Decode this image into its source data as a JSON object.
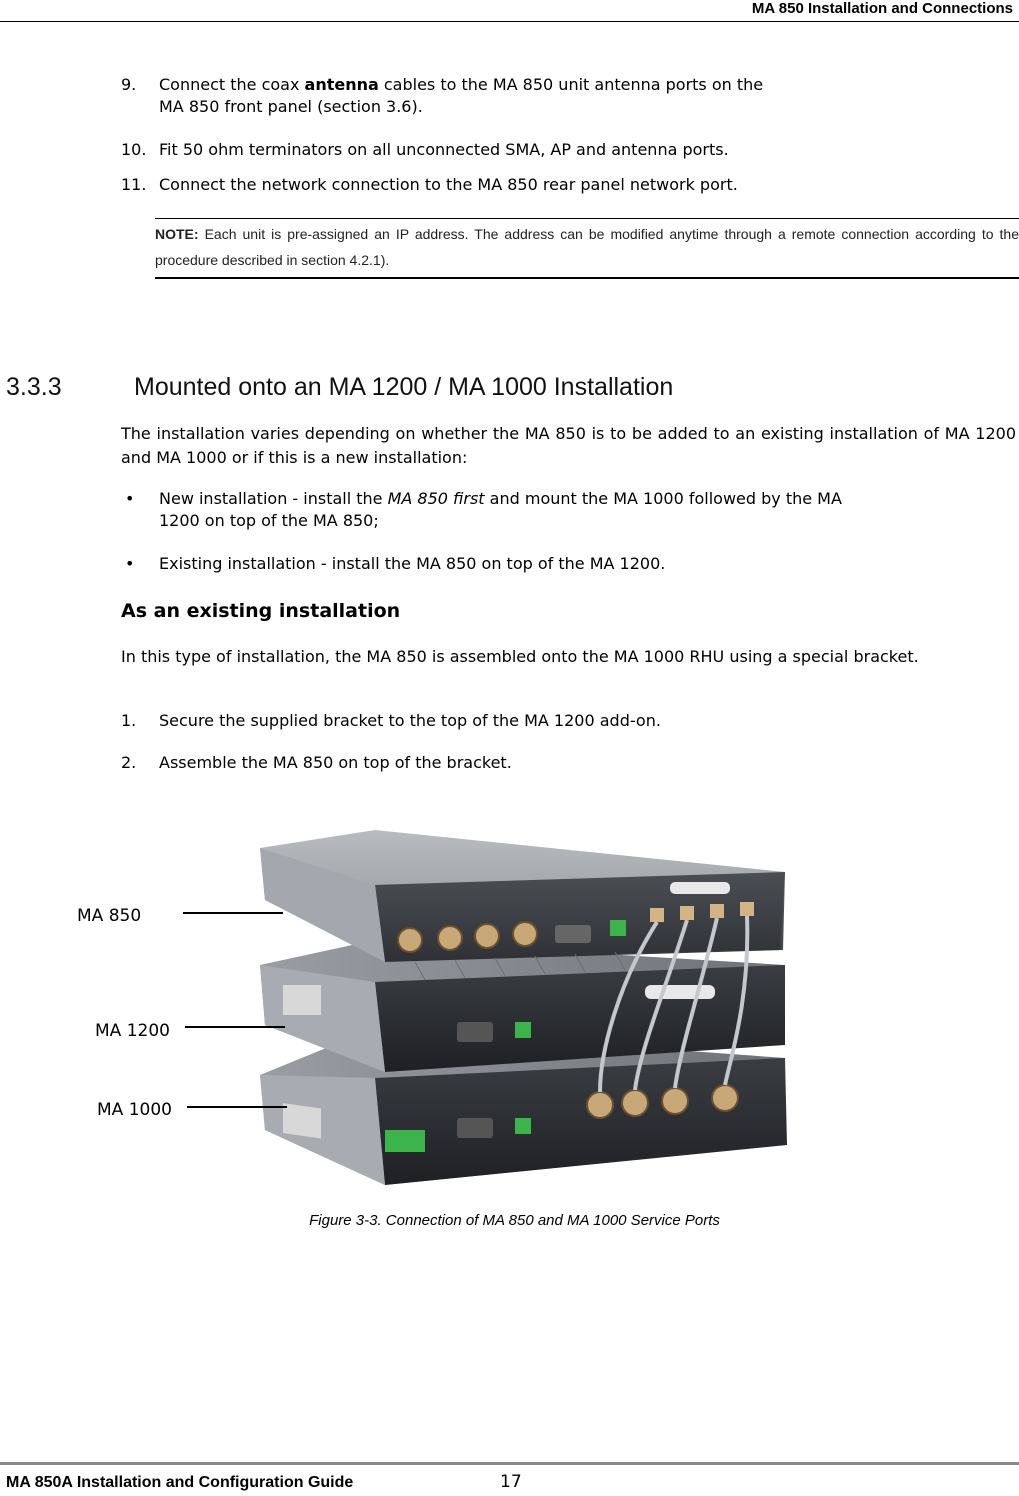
{
  "header": {
    "title": "MA 850 Installation and Connections"
  },
  "steps_top": [
    {
      "num": "9.",
      "pre": "Connect the coax ",
      "bold": "antenna",
      "post": " cables to the MA 850 unit antenna ports on the",
      "line2": "MA 850 front panel (section 3.6)."
    },
    {
      "num": "10.",
      "text": "Fit 50 ohm terminators on all unconnected SMA, AP and antenna ports."
    },
    {
      "num": "11.",
      "text": "Connect the network connection to the MA 850 rear panel network port."
    }
  ],
  "note": {
    "label": "NOTE:",
    "text": " Each unit is pre-assigned an IP address. The address can be modified anytime through a remote connection according to the procedure described in section 4.2.1)."
  },
  "section": {
    "number": "3.3.3",
    "title": "Mounted onto an MA 1200 / MA 1000 Installation"
  },
  "intro": "The installation varies depending on whether the MA 850 is to be added to an existing installation of MA 1200 and MA 1000 or if this is a new installation:",
  "bullets": [
    {
      "pre": "New installation - install the ",
      "italic": "MA 850 first",
      "post": " and mount the MA 1000 followed by the MA",
      "line2": "1200 on top of the MA 850;"
    },
    {
      "text": "Existing installation - install the MA 850 on top of the MA 1200."
    }
  ],
  "bullet_glyph": "•",
  "subheading": "As an existing installation",
  "sub_para": "In this type of installation, the MA 850 is assembled onto the MA 1000 RHU using a special bracket.",
  "steps_bottom": [
    {
      "num": "1.",
      "text": "Secure the supplied bracket to the top of the MA 1200 add-on."
    },
    {
      "num": "2.",
      "text": "Assemble the MA 850 on top of the bracket."
    }
  ],
  "figure": {
    "labels": [
      "MA 850",
      "MA 1200",
      "MA 1000"
    ],
    "caption": "Figure 3-3. Connection of MA 850 and MA 1000 Service Ports"
  },
  "footer": {
    "title": "MA 850A Installation and Configuration Guide",
    "page": "17"
  }
}
